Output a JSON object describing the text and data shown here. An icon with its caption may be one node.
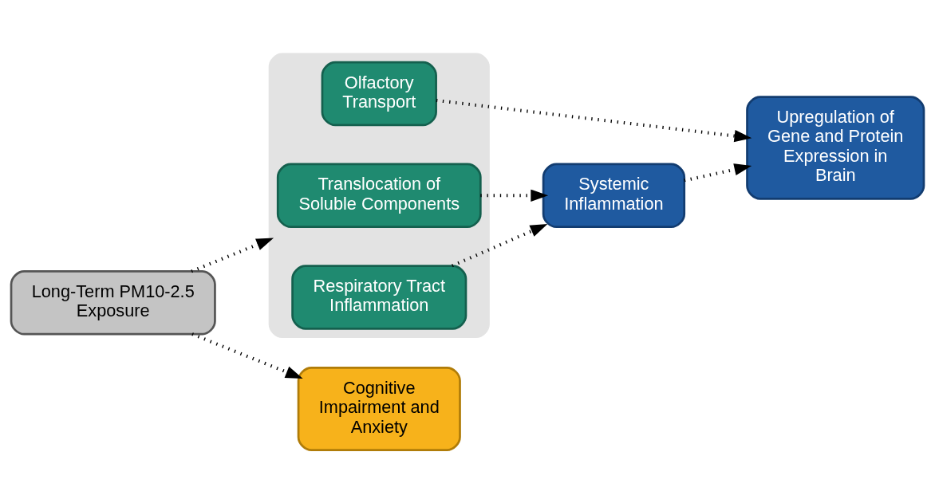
{
  "diagram": {
    "nodes": [
      {
        "text": [
          "Long-Term PM10-2.5 Exposure"
        ]
      },
      {
        "text": [],
        "shape": "box"
      },
      {
        "text": [
          "Olfactory Transport"
        ],
        "in": 1
      },
      {
        "text": [
          "Translocation of Soluble Components"
        ],
        "in": 1
      },
      {
        "text": [
          "Respiratory Tract Inflammation"
        ],
        "in": 1
      },
      {
        "text": [
          "Upregulation of Gene and Protein Expression in Brain"
        ]
      },
      {
        "text": [
          "Cognitive Impairment and Anxiety"
        ]
      },
      {
        "text": [
          "Systemic Inflammation"
        ]
      }
    ],
    "edges": [
      {
        "from": 0,
        "to": 1,
        "arrow": "to"
      },
      {
        "from": 0,
        "to": 6,
        "arrow": "to"
      },
      {
        "from": 2,
        "to": 5,
        "arrow": "to"
      },
      {
        "from": 3,
        "to": 7,
        "arrow": "to"
      },
      {
        "from": 4,
        "to": 7,
        "arrow": "to"
      },
      {
        "from": 7,
        "to": 5,
        "arrow": "to"
      }
    ]
  }
}
